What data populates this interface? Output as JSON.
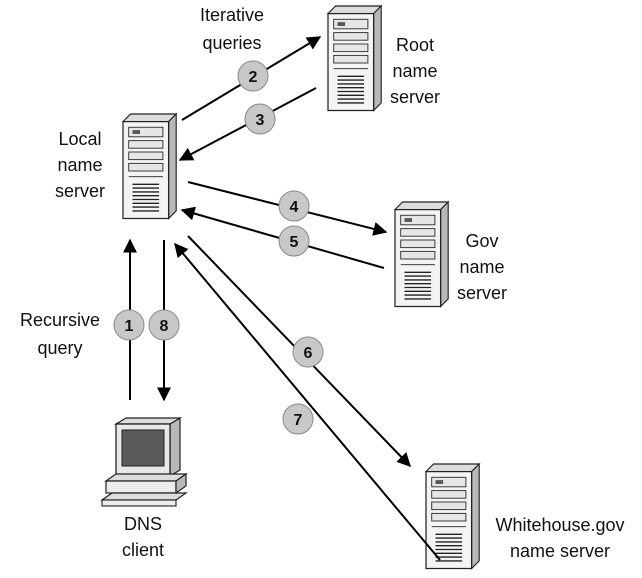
{
  "labels": {
    "iterative_line1": "Iterative",
    "iterative_line2": "queries",
    "recursive_line1": "Recursive",
    "recursive_line2": "query",
    "local_line1": "Local",
    "local_line2": "name",
    "local_line3": "server",
    "root_line1": "Root",
    "root_line2": "name",
    "root_line3": "server",
    "gov_line1": "Gov",
    "gov_line2": "name",
    "gov_line3": "server",
    "whitehouse_line1": "Whitehouse.gov",
    "whitehouse_line2": "name server",
    "client_line1": "DNS",
    "client_line2": "client"
  },
  "steps": [
    "1",
    "2",
    "3",
    "4",
    "5",
    "6",
    "7",
    "8"
  ],
  "colors": {
    "step_fill": "#c8c8c8",
    "arrow": "#000000"
  }
}
